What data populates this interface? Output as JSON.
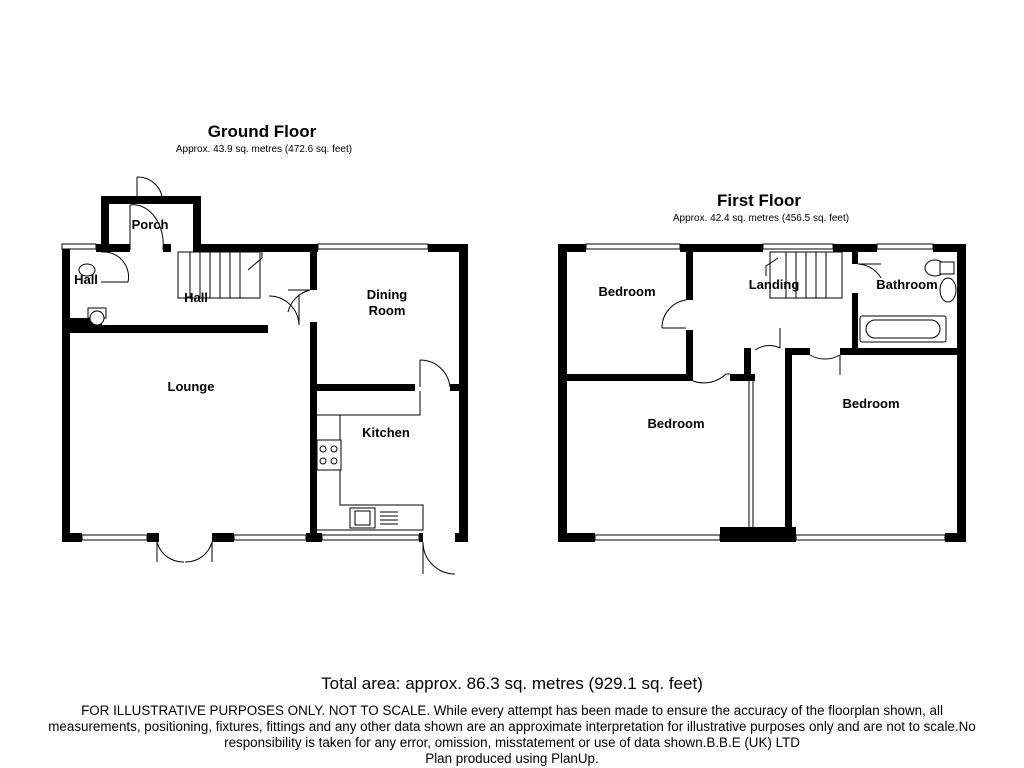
{
  "ground_floor": {
    "title": "Ground Floor",
    "area": "Approx. 43.9 sq. metres (472.6 sq. feet)",
    "rooms": {
      "porch": "Porch",
      "hall_wc": "Hall",
      "hall": "Hall",
      "dining_line1": "Dining",
      "dining_line2": "Room",
      "lounge": "Lounge",
      "kitchen": "Kitchen"
    }
  },
  "first_floor": {
    "title": "First Floor",
    "area": "Approx. 42.4 sq. metres (456.5 sq. feet)",
    "rooms": {
      "bedroom_1": "Bedroom",
      "landing": "Landing",
      "bathroom": "Bathroom",
      "bedroom_2": "Bedroom",
      "bedroom_3": "Bedroom"
    }
  },
  "total_area": "Total area: approx. 86.3 sq. metres (929.1 sq. feet)",
  "disclaimer": {
    "line1": "FOR ILLUSTRATIVE PURPOSES ONLY. NOT TO SCALE. While every attempt has been made to ensure the accuracy of the floorplan shown, all",
    "line2": "measurements, positioning, fixtures, fittings and any other data shown are an approximate interpretation for illustrative purposes only and are not to scale.No",
    "line3": "responsibility is taken for any error, omission, misstatement or use of data shown.B.B.E (UK) LTD",
    "line4": "Plan produced using PlanUp."
  }
}
